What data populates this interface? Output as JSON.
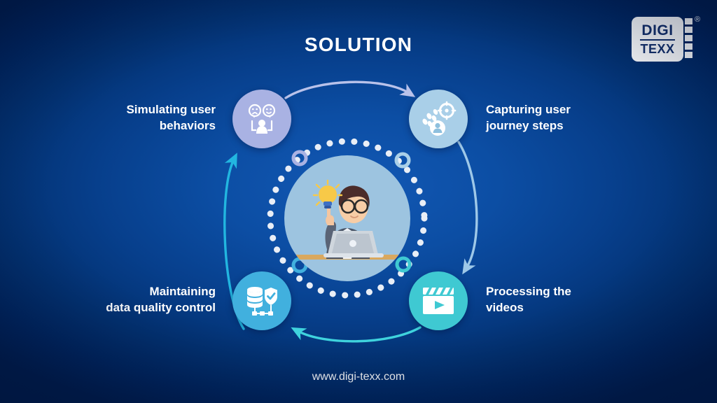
{
  "slide": {
    "title": "SOLUTION",
    "footer_url": "www.digi-texx.com",
    "background_color": "#0c4ea4",
    "background_edge_color": "#001c4e"
  },
  "logo": {
    "line1": "DIGI",
    "line2": "TEXX",
    "registered_mark": "®",
    "plate_color": "#ffffff",
    "text_color": "#14306b"
  },
  "cycle": {
    "steps": [
      {
        "id": "simulating-user-behaviors",
        "label_line1": "Simulating user",
        "label_line2": "behaviors",
        "position": "top-left",
        "circle_color": "#a9b2e3",
        "icon": "user-feedback-faces-icon"
      },
      {
        "id": "capturing-user-journey-steps",
        "label_line1": "Capturing user",
        "label_line2": "journey steps",
        "position": "top-right",
        "circle_color": "#a9cfe8",
        "icon": "user-journey-footsteps-icon"
      },
      {
        "id": "processing-the-videos",
        "label_line1": "Processing the",
        "label_line2": "videos",
        "position": "bottom-right",
        "circle_color": "#3fc9d2",
        "icon": "video-clapperboard-icon"
      },
      {
        "id": "maintaining-data-quality-control",
        "label_line1": "Maintaining",
        "label_line2": "data quality control",
        "position": "bottom-left",
        "circle_color": "#41b0de",
        "icon": "database-shield-icon"
      }
    ],
    "arrows": [
      {
        "id": "arrow-top",
        "from": "top-left",
        "to": "top-right",
        "color": "#b9c2ea"
      },
      {
        "id": "arrow-right",
        "from": "top-right",
        "to": "bottom-right",
        "color": "#9ec8e8"
      },
      {
        "id": "arrow-bottom",
        "from": "bottom-right",
        "to": "bottom-left",
        "color": "#3fd3dd"
      },
      {
        "id": "arrow-left",
        "from": "bottom-left",
        "to": "top-left",
        "color": "#22b6e0"
      }
    ]
  },
  "center_illustration": {
    "name": "man-with-laptop-idea-illustration",
    "disc_color": "#9dc4e0",
    "dot_ring_color": "#e9eef6",
    "accent_ring_colors": [
      "#a9b2e3",
      "#a9cfe8",
      "#3fc9d2",
      "#41b0de"
    ]
  }
}
